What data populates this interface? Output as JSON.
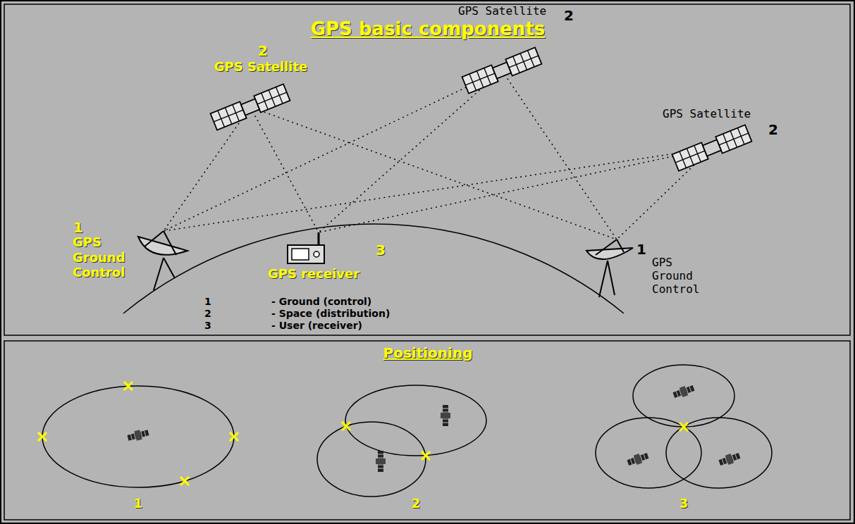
{
  "diagram": {
    "title": "GPS basic components",
    "labels": [
      "2",
      "GPS Satellite",
      "GPS Satellite",
      "2",
      "GPS Satellite",
      "2",
      "1",
      "GPS Ground Control",
      "3",
      "GPS receiver",
      "1",
      "GPS Ground Control",
      "1",
      "- Ground (control)",
      "2",
      "- Space (distribution)",
      "3",
      "- User (receiver)",
      "Positioning",
      "1",
      "2",
      "3"
    ]
  }
}
